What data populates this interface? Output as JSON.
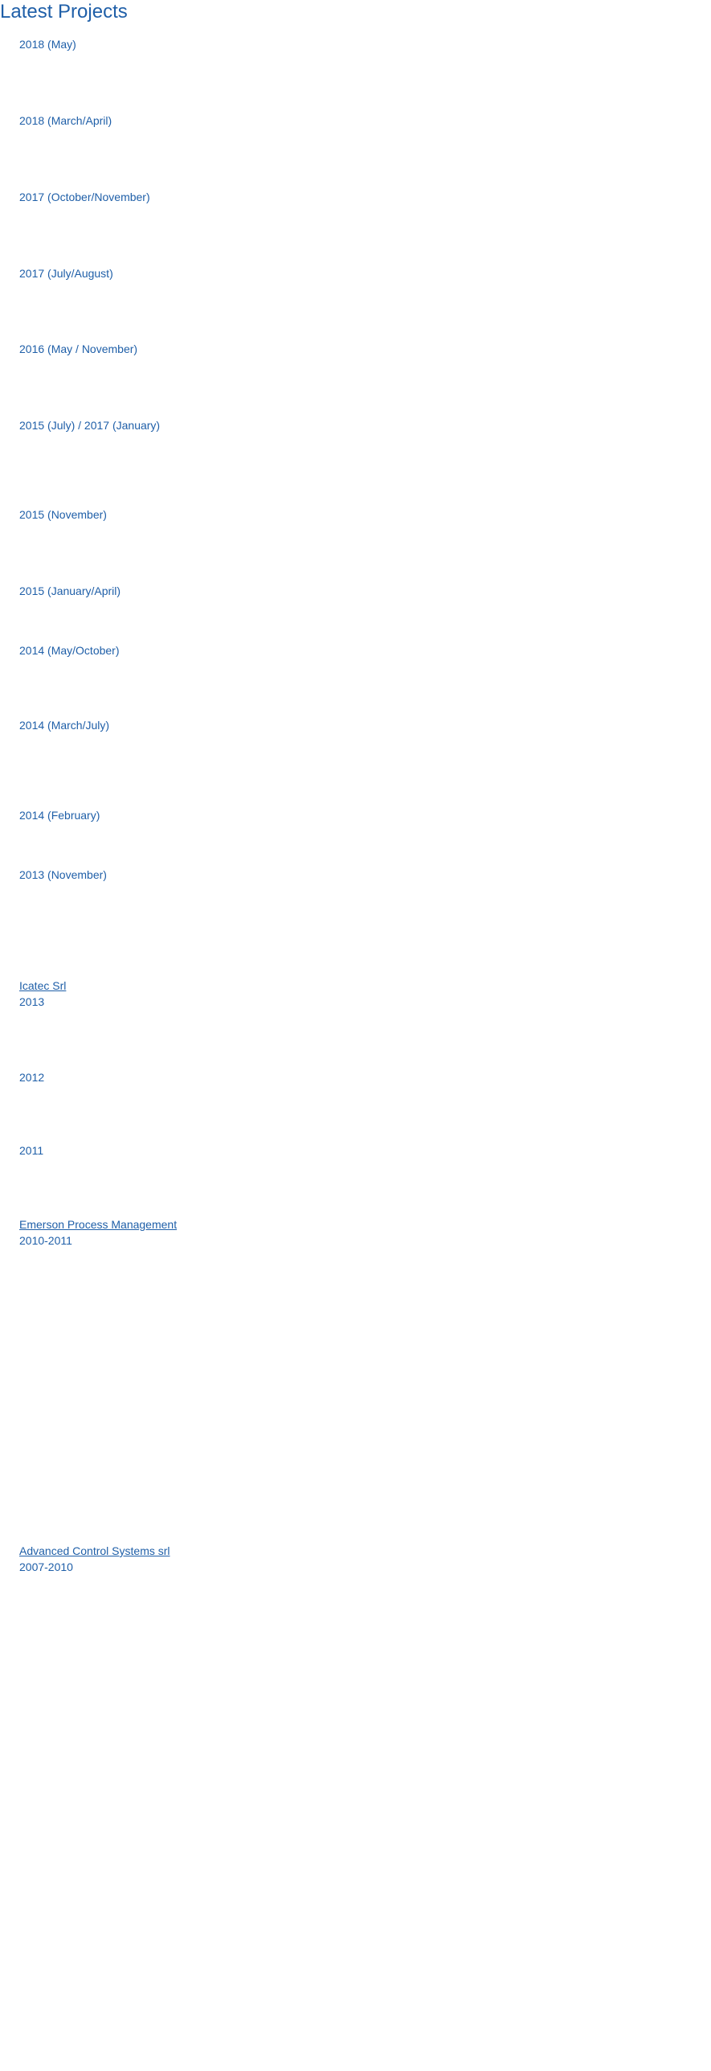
{
  "page": {
    "title": "Latest Projects"
  },
  "entries": [
    {
      "date": "2018 (May)"
    },
    {
      "date": "2018 (March/April)"
    },
    {
      "date": "2017 (October/November)"
    },
    {
      "date": "2017 (July/August)"
    },
    {
      "date": "2016 (May / November)"
    },
    {
      "date": "2015 (July) / 2017 (January)"
    },
    {
      "date": "2015 (November)"
    },
    {
      "date": "2015 (January/April)"
    },
    {
      "date": "2014 (May/October)"
    },
    {
      "date": "2014 (March/July)"
    },
    {
      "date": "2014 (February)"
    },
    {
      "date": "2013 (November)"
    },
    {
      "company": "Icatec Srl",
      "date": "2013"
    },
    {
      "date": "2012"
    },
    {
      "date": "2011"
    },
    {
      "company": "Emerson Process Management",
      "date": "2010-2011"
    },
    {
      "company": "Advanced Control Systems srl",
      "date": "2007-2010"
    }
  ],
  "colors": {
    "text": "#1f5fa8",
    "background": "#ffffff"
  }
}
